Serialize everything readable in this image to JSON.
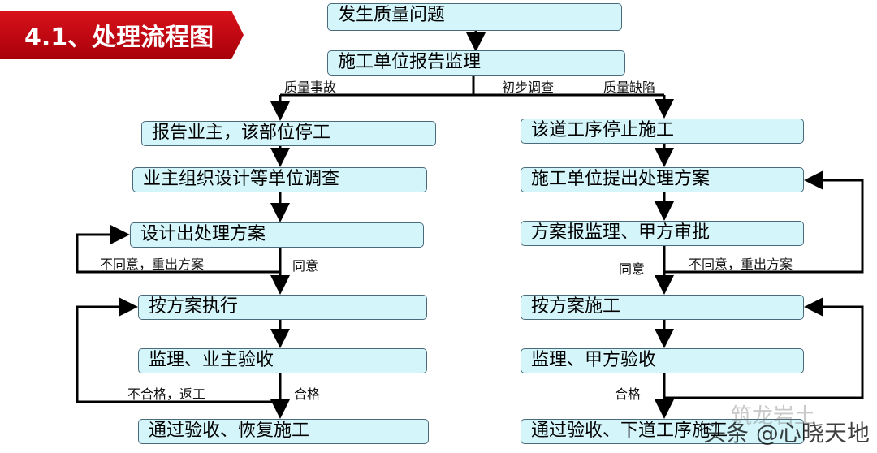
{
  "title": "4.1、处理流程图",
  "top": [
    "发生质量问题",
    "施工单位报告监理"
  ],
  "branch_labels": {
    "left": "质量事故",
    "middle": "初步调查",
    "right": "质量缺陷"
  },
  "left": [
    "报告业主，该部位停工",
    "业主组织设计等单位调查",
    "设计出处理方案",
    "按方案执行",
    "监理、业主验收",
    "通过验收、恢复施工"
  ],
  "right": [
    "该道工序停止施工",
    "施工单位提出处理方案",
    "方案报监理、甲方审批",
    "按方案施工",
    "监理、甲方验收",
    "通过验收、下道工序施工"
  ],
  "labels": {
    "disagree": "不同意，重出方案",
    "agree": "同意",
    "fail": "不合格，返工",
    "pass": "合格"
  },
  "watermark": {
    "logo": "筑龙岩土",
    "source": "头条 @心晓天地"
  }
}
